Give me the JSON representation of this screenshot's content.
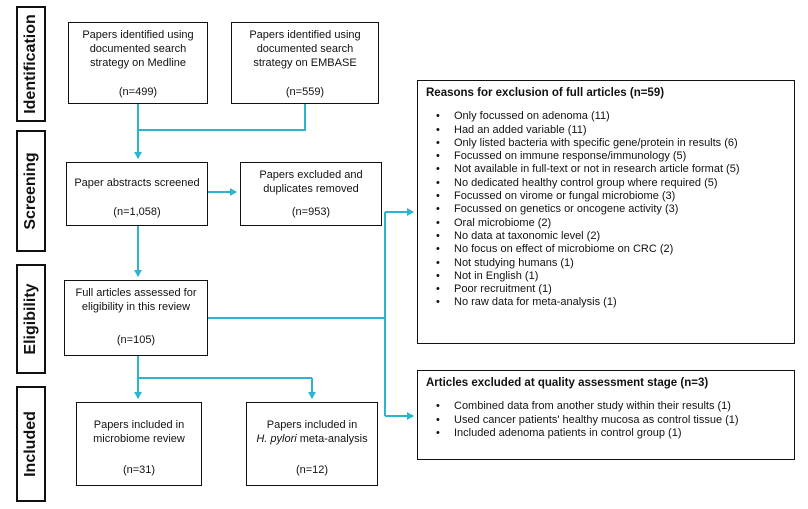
{
  "phases": {
    "identification": "Identification",
    "screening": "Screening",
    "eligibility": "Eligibility",
    "included": "Included"
  },
  "boxes": {
    "medline": {
      "text": "Papers identified using documented search strategy on Medline",
      "count": "(n=499)"
    },
    "embase": {
      "text": "Papers identified using documented search strategy on EMBASE",
      "count": "(n=559)"
    },
    "screened": {
      "text": "Paper abstracts screened",
      "count": "(n=1,058)"
    },
    "excluded": {
      "text": "Papers excluded and duplicates removed",
      "count": "(n=953)"
    },
    "fulltext": {
      "text": "Full articles assessed for eligibility in this review",
      "count": "(n=105)"
    },
    "microbiome": {
      "text": "Papers included in microbiome review",
      "count": "(n=31)"
    },
    "hpylori": {
      "text_prefix": "Papers included in",
      "text_italic": "H. pylori",
      "text_suffix": "meta-analysis",
      "count": "(n=12)"
    }
  },
  "reasons_full": {
    "title": "Reasons for exclusion of full articles (n=59)",
    "items": [
      "Only focussed on adenoma (11)",
      "Had an added variable (11)",
      "Only listed bacteria with specific gene/protein in results (6)",
      "Focussed on immune response/immunology (5)",
      "Not available in full-text or not in research article format (5)",
      "No dedicated healthy control group where required (5)",
      "Focussed on virome or fungal microbiome (3)",
      "Focussed on genetics or oncogene activity (3)",
      "Oral microbiome (2)",
      "No data at taxonomic level (2)",
      "No focus on effect of microbiome on CRC (2)",
      "Not studying humans (1)",
      "Not in English (1)",
      "Poor recruitment (1)",
      "No raw data for meta-analysis (1)"
    ]
  },
  "reasons_quality": {
    "title": "Articles excluded at quality assessment stage (n=3)",
    "items": [
      "Combined data from another study within their results (1)",
      "Used cancer patients' healthy mucosa as control tissue (1)",
      "Included adenoma patients in control group (1)"
    ]
  },
  "colors": {
    "arrow": "#2bb6cf",
    "border": "#111111"
  }
}
